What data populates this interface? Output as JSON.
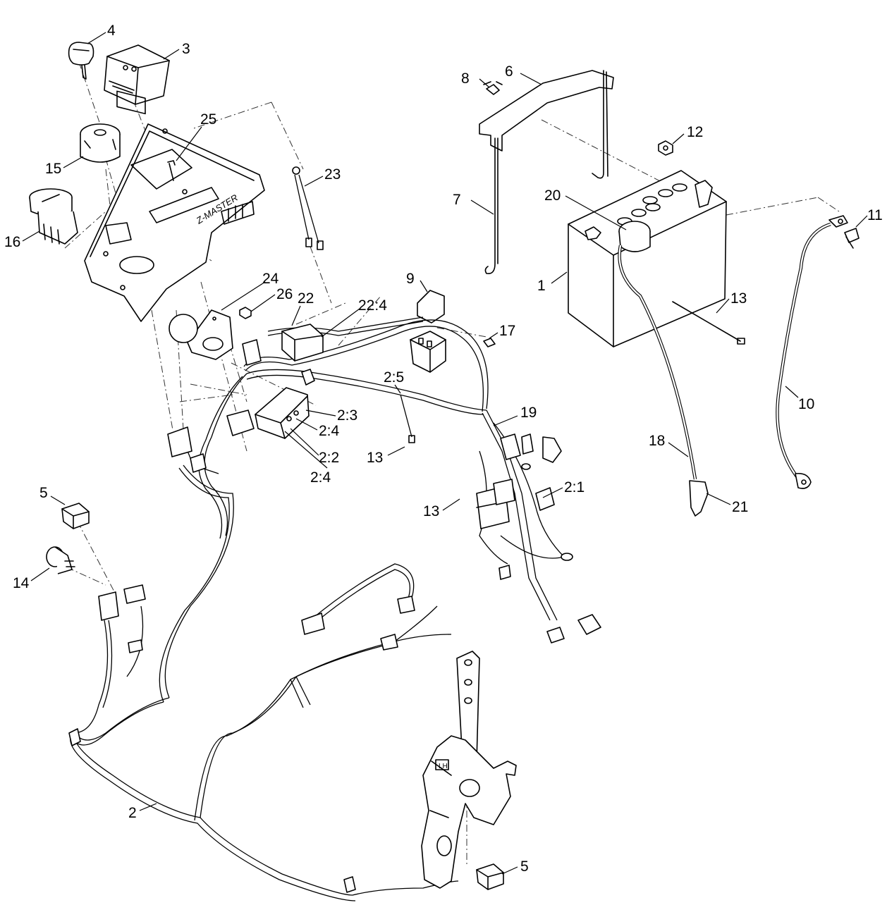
{
  "callouts": [
    {
      "id": "c-4",
      "text": "4"
    },
    {
      "id": "c-3",
      "text": "3"
    },
    {
      "id": "c-25",
      "text": "25"
    },
    {
      "id": "c-15",
      "text": "15"
    },
    {
      "id": "c-16",
      "text": "16"
    },
    {
      "id": "c-23",
      "text": "23"
    },
    {
      "id": "c-8",
      "text": "8"
    },
    {
      "id": "c-6",
      "text": "6"
    },
    {
      "id": "c-12",
      "text": "12"
    },
    {
      "id": "c-7",
      "text": "7"
    },
    {
      "id": "c-20",
      "text": "20"
    },
    {
      "id": "c-11",
      "text": "11"
    },
    {
      "id": "c-1",
      "text": "1"
    },
    {
      "id": "c-13a",
      "text": "13"
    },
    {
      "id": "c-9",
      "text": "9"
    },
    {
      "id": "c-24",
      "text": "24"
    },
    {
      "id": "c-26",
      "text": "26"
    },
    {
      "id": "c-22",
      "text": "22"
    },
    {
      "id": "c-22-4",
      "text": "22:4"
    },
    {
      "id": "c-17",
      "text": "17"
    },
    {
      "id": "c-2-5",
      "text": "2:5"
    },
    {
      "id": "c-2-3",
      "text": "2:3"
    },
    {
      "id": "c-2-4a",
      "text": "2:4"
    },
    {
      "id": "c-2-2",
      "text": "2:2"
    },
    {
      "id": "c-2-4b",
      "text": "2:4"
    },
    {
      "id": "c-13b",
      "text": "13"
    },
    {
      "id": "c-19",
      "text": "19"
    },
    {
      "id": "c-10",
      "text": "10"
    },
    {
      "id": "c-18",
      "text": "18"
    },
    {
      "id": "c-5a",
      "text": "5"
    },
    {
      "id": "c-2-1",
      "text": "2:1"
    },
    {
      "id": "c-21",
      "text": "21"
    },
    {
      "id": "c-13c",
      "text": "13"
    },
    {
      "id": "c-14",
      "text": "14"
    },
    {
      "id": "c-2",
      "text": "2"
    },
    {
      "id": "c-5b",
      "text": "5"
    }
  ],
  "panel": {
    "brand": "Z-MASTER"
  },
  "handle_label": "LH"
}
